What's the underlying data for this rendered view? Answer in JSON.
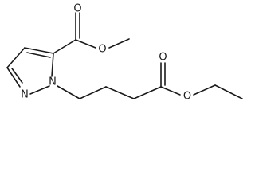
{
  "molecule": {
    "atoms": {
      "o_carbonyl_top": "O",
      "o_ester_methyl": "O",
      "n_ring_upper": "N",
      "n_ring_lower": "N",
      "o_carbonyl_right": "O",
      "o_ester_ethyl": "O"
    }
  }
}
